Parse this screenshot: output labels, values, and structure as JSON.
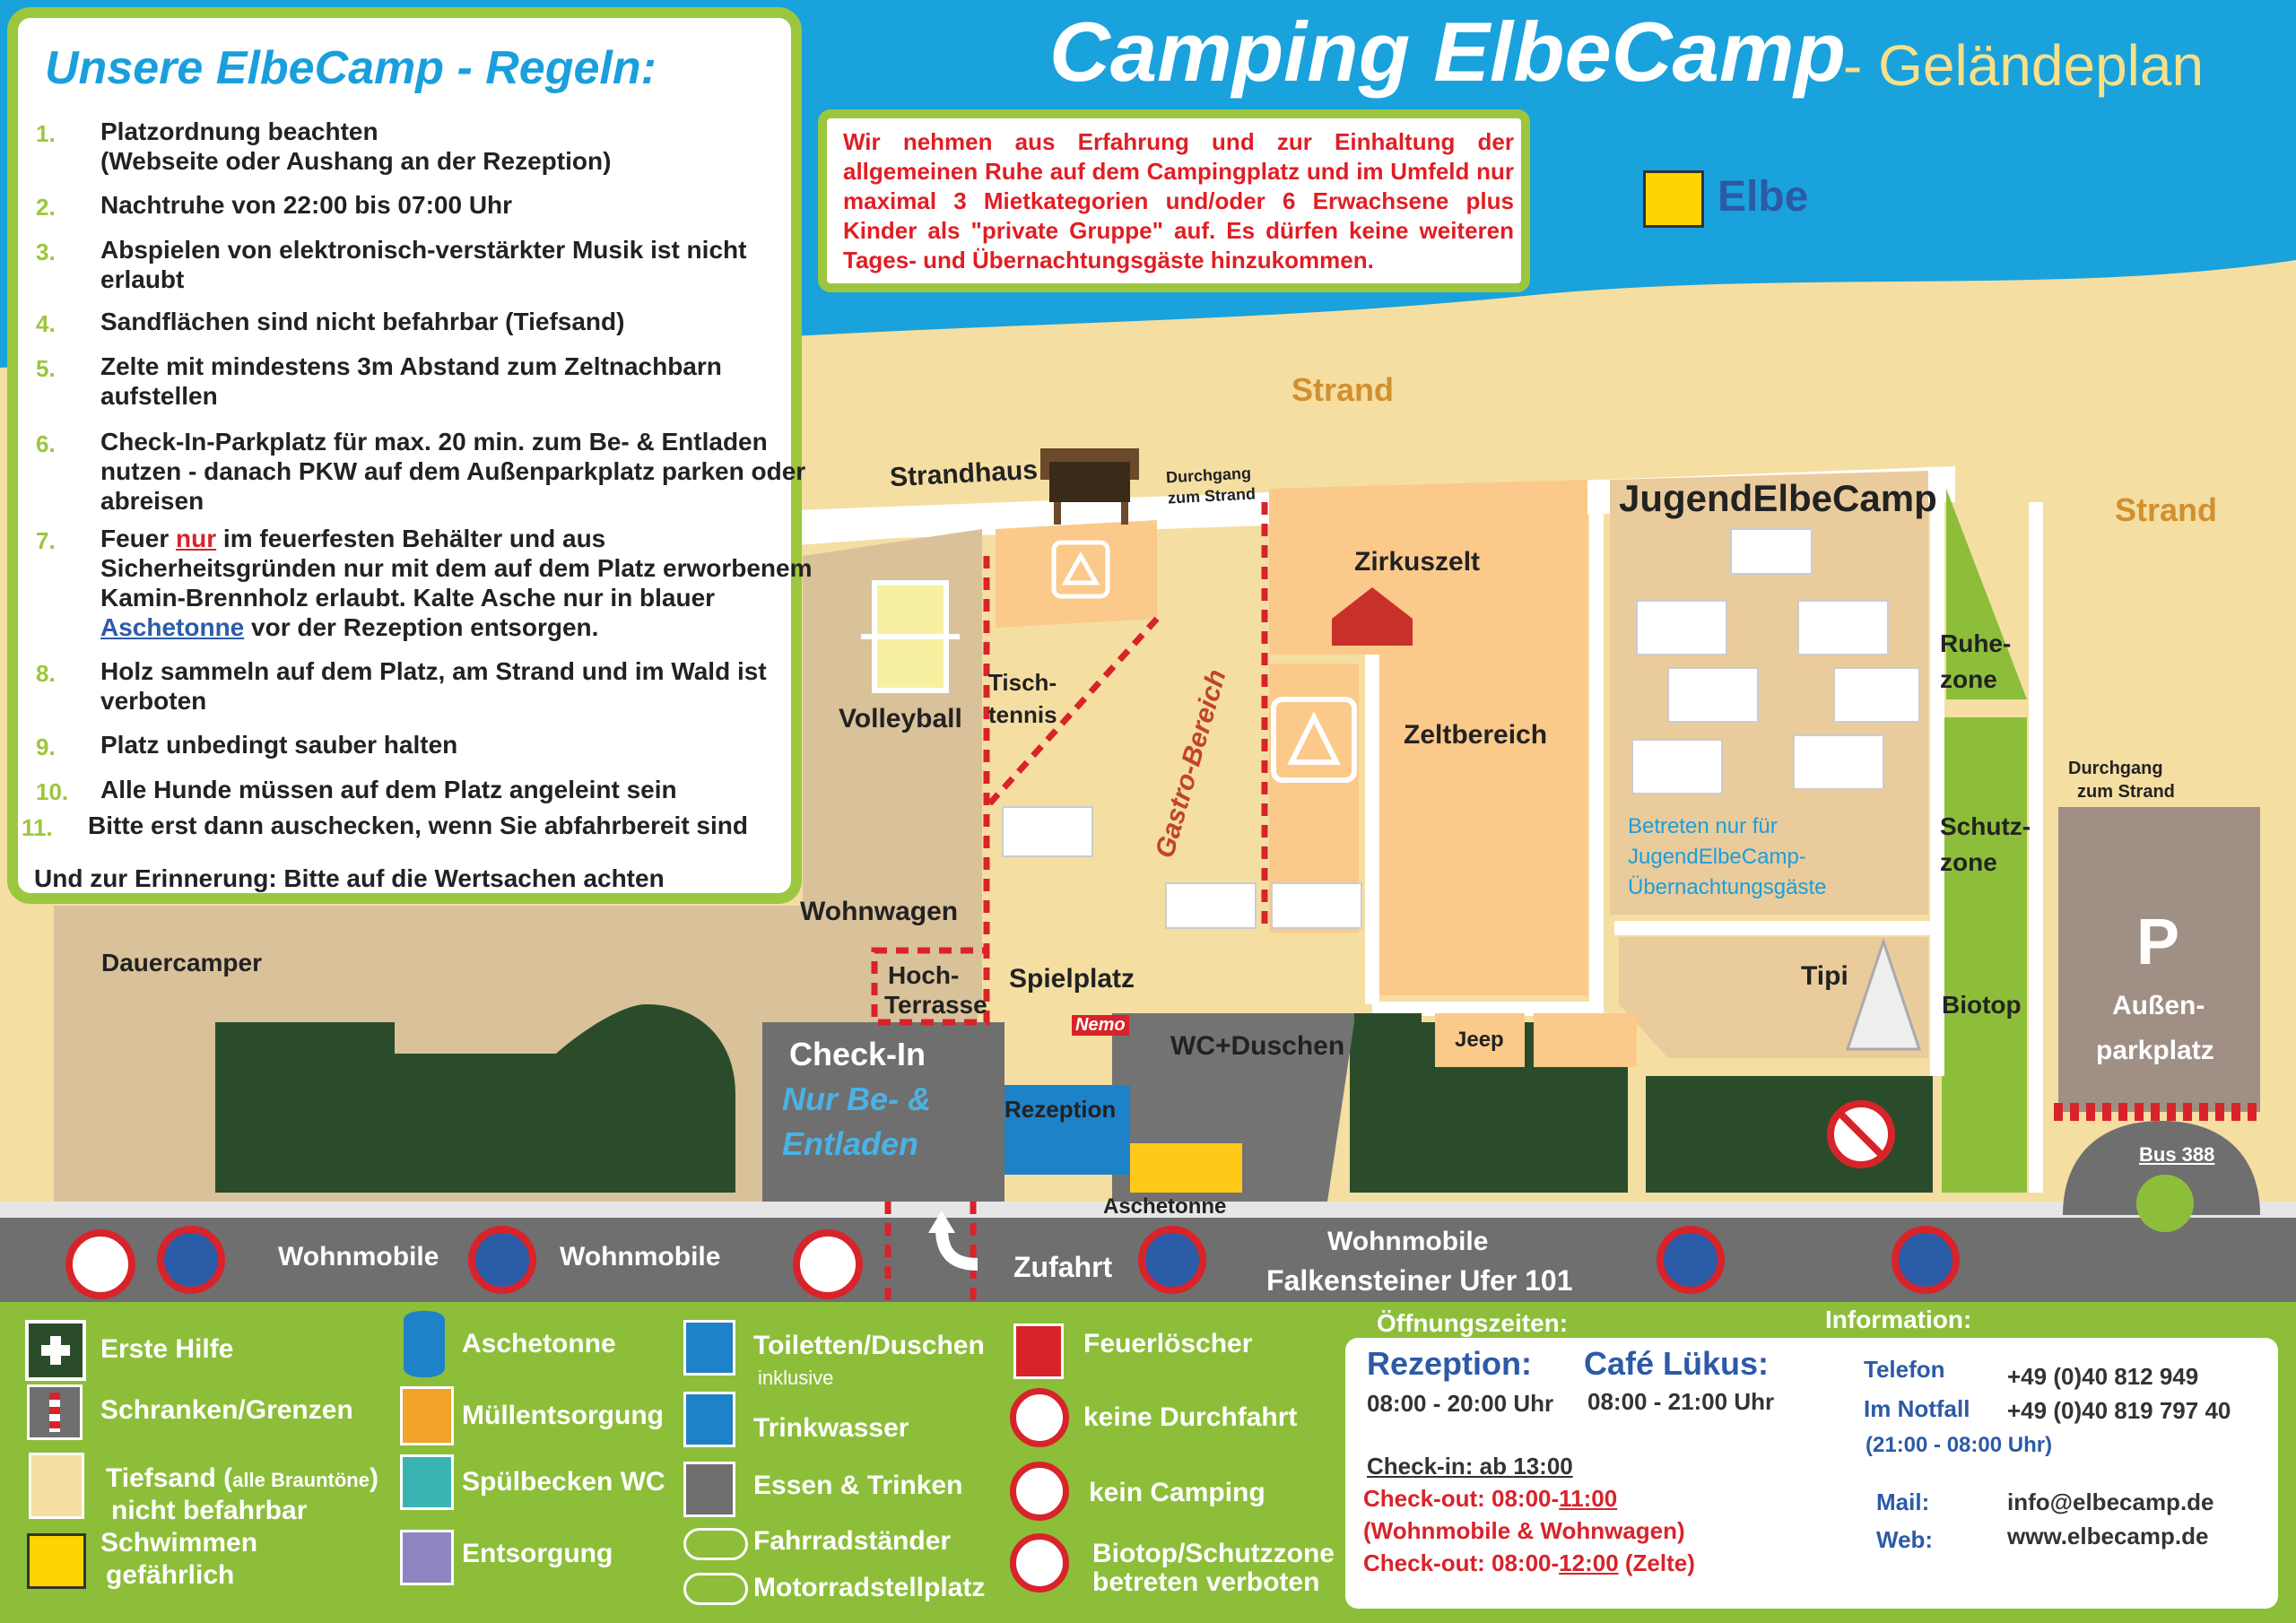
{
  "header": {
    "title": "Camping ElbeCamp",
    "subtitle": "- Geländeplan",
    "river": "Elbe",
    "beach_left": "Strand",
    "beach_right": "Strand"
  },
  "rules": {
    "title": "Unsere ElbeCamp - Regeln:",
    "items": [
      {
        "num": "1.",
        "text": "Platzordnung beachten\n(Webseite oder Aushang an der Rezeption)"
      },
      {
        "num": "2.",
        "text": "Nachtruhe von 22:00 bis 07:00 Uhr"
      },
      {
        "num": "3.",
        "text": "Abspielen von elektronisch-verstärkter Musik ist nicht erlaubt"
      },
      {
        "num": "4.",
        "text": "Sandflächen sind nicht befahrbar (Tiefsand)"
      },
      {
        "num": "5.",
        "text": "Zelte mit mindestens 3m Abstand zum Zeltnachbarn aufstellen"
      },
      {
        "num": "6.",
        "text": "Check-In-Parkplatz für max. 20 min. zum Be- & Entladen nutzen - danach PKW auf dem Außenparkplatz parken oder abreisen"
      },
      {
        "num": "7.",
        "pre": "Feuer ",
        "highlight": "nur",
        "mid": " im feuerfesten Behälter und aus Sicherheitsgründen nur mit dem auf dem Platz erworbenem Kamin-Brennholz erlaubt. Kalte Asche nur in blauer ",
        "link": "Aschetonne",
        "post": " vor der Rezeption entsorgen."
      },
      {
        "num": "8.",
        "text": "Holz sammeln auf dem Platz, am Strand und im Wald ist verboten"
      },
      {
        "num": "9.",
        "text": "Platz unbedingt sauber halten"
      },
      {
        "num": "10.",
        "text": "Alle Hunde müssen auf dem Platz angeleint sein"
      },
      {
        "num": "11.",
        "text": "Bitte erst dann auschecken, wenn Sie abfahrbereit sind"
      }
    ],
    "reminder": "Und zur Erinnerung: Bitte auf die Wertsachen achten"
  },
  "notice": "Wir nehmen aus Erfahrung und zur Einhaltung der allgemeinen Ruhe auf dem Campingplatz und im Umfeld nur maximal 3 Mietkategorien und/oder 6 Erwachsene plus Kinder als \"private Gruppe\" auf. Es dürfen keine weiteren Tages- und Übernachtungsgäste hinzukommen.",
  "map_labels": {
    "strandhaus": "Strandhaus",
    "durchgang1": "Durchgang",
    "durchgang1b": "zum Strand",
    "zirkuszelt": "Zirkuszelt",
    "jugend": "JugendElbeCamp",
    "volleyball": "Volleyball",
    "tischtennis1": "Tisch-",
    "tischtennis2": "tennis",
    "gastro": "Gastro-Bereich",
    "zeltbereich": "Zeltbereich",
    "ruhe1": "Ruhe-",
    "ruhe2": "zone",
    "schutz1": "Schutz-",
    "schutz2": "zone",
    "biotop": "Biotop",
    "durchgang2": "Durchgang",
    "durchgang2b": "zum Strand",
    "jugend_note1": "Betreten nur für",
    "jugend_note2": "JugendElbeCamp-",
    "jugend_note3": "Übernachtungsgäste",
    "tipi": "Tipi",
    "wohnwagen": "Wohnwagen",
    "dauercamper": "Dauercamper",
    "hoch1": "Hoch-",
    "hoch2": "Terrasse",
    "spielplatz": "Spielplatz",
    "nemo": "Nemo",
    "wc": "WC+Duschen",
    "jeep": "Jeep",
    "parking_p": "P",
    "aussen1": "Außen-",
    "aussen2": "parkplatz",
    "checkin": "Check-In",
    "checkin_sub1": "Nur Be- &",
    "checkin_sub2": "Entladen",
    "rezeption": "Rezeption",
    "aschetonne": "Aschetonne",
    "bus": "Bus 388",
    "wohnmobile1": "Wohnmobile",
    "wohnmobile2": "Wohnmobile",
    "wohnmobile3": "Wohnmobile",
    "zufahrt": "Zufahrt",
    "address": "Falkensteiner Ufer 101"
  },
  "legend": {
    "items": [
      {
        "icon": "first-aid-icon",
        "label": "Erste Hilfe"
      },
      {
        "icon": "barrier-icon",
        "label": "Schranken/Grenzen"
      },
      {
        "icon": "sand-icon",
        "label": "Tiefsand (",
        "small": "alle Brauntöne",
        "label2": ")",
        "label3": "nicht befahrbar"
      },
      {
        "icon": "swim-warning-icon",
        "label": "Schwimmen",
        "label2": "gefährlich"
      },
      {
        "icon": "ash-bin-icon",
        "label": "Aschetonne"
      },
      {
        "icon": "trash-icon",
        "label": "Müllentsorgung"
      },
      {
        "icon": "sink-icon",
        "label": "Spülbecken WC"
      },
      {
        "icon": "disposal-icon",
        "label": "Entsorgung"
      },
      {
        "icon": "toilet-icon",
        "label": "Toiletten/Duschen",
        "small": "inklusive"
      },
      {
        "icon": "water-icon",
        "label": "Trinkwasser"
      },
      {
        "icon": "food-icon",
        "label": "Essen & Trinken"
      },
      {
        "icon": "bicycle-icon",
        "label": "Fahrradständer"
      },
      {
        "icon": "motorbike-icon",
        "label": "Motorradstellplatz"
      },
      {
        "icon": "extinguisher-icon",
        "label": "Feuerlöscher"
      },
      {
        "icon": "no-entry-icon",
        "label": "keine Durchfahrt"
      },
      {
        "icon": "no-camping-icon",
        "label": "kein Camping"
      },
      {
        "icon": "no-walking-icon",
        "label": "Biotop/Schutzzone",
        "label2": "betreten verboten"
      }
    ]
  },
  "opening": {
    "title": "Öffnungszeiten:",
    "rezeption_label": "Rezeption:",
    "rezeption_time": "08:00 - 20:00 Uhr",
    "cafe_label": "Café Lükus:",
    "cafe_time": "08:00 - 21:00 Uhr",
    "checkin_pre": "Check-in: ab ",
    "checkin_time": "13:00",
    "checkout1_pre": "Check-out: 08:00-",
    "checkout1_time": "11:00",
    "checkout1_note": "(Wohnmobile & Wohnwagen)",
    "checkout2_pre": "Check-out: 08:00-",
    "checkout2_time": "12:00",
    "checkout2_note": " (Zelte)"
  },
  "information": {
    "title": "Information:",
    "phone_label": "Telefon",
    "phone": "+49 (0)40 812 949",
    "emergency_label": "Im Notfall",
    "emergency": "+49 (0)40 819 797 40",
    "emergency_hours": "(21:00 - 08:00 Uhr)",
    "mail_label": "Mail:",
    "mail": "info@elbecamp.de",
    "web_label": "Web:",
    "web": "www.elbecamp.de"
  },
  "colors": {
    "river": "#1aa2dc",
    "sand": "#f5dea2",
    "tan": "#d9c19a",
    "orange_zone": "#fbc98a",
    "dark_green": "#2b4c2b",
    "lime": "#8dbe3a",
    "road": "#6f6f6f",
    "red": "#d8232a"
  }
}
